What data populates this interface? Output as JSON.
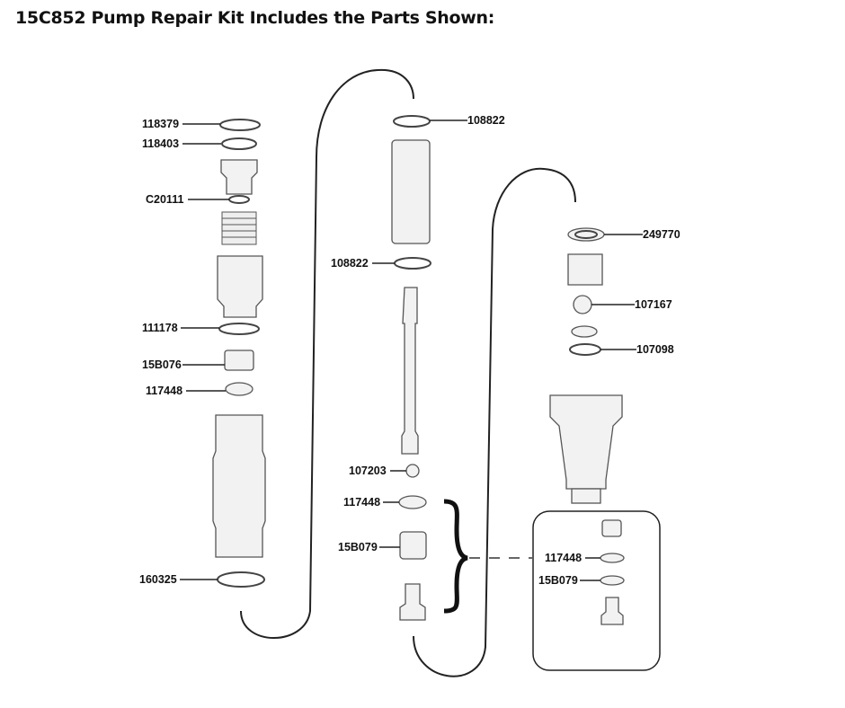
{
  "title": "15C852 Pump Repair Kit Includes the Parts Shown:",
  "left_column": [
    "118379",
    "118403",
    "C20111",
    "111178",
    "15B076",
    "117448",
    "160325"
  ],
  "middle_column": [
    "108822",
    "108822",
    "107203",
    "117448",
    "15B079"
  ],
  "right_column": [
    "249770",
    "107167",
    "107098"
  ],
  "inset_box": [
    "117448",
    "15B079"
  ]
}
